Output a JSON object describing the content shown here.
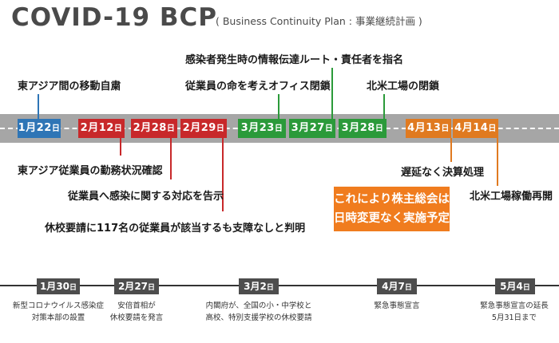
{
  "title": {
    "main": "COVID-19 BCP",
    "sub": "( Business Continuity Plan : 事業継続計画 )"
  },
  "colors": {
    "blue": "#2e75b6",
    "red": "#c8282a",
    "green": "#2b9a3a",
    "orange": "#e07a20",
    "dark": "#4d4d4d"
  },
  "badges": [
    {
      "month": "1月",
      "day": "22",
      "unit": "日",
      "color": "#2e75b6"
    },
    {
      "month": "2月",
      "day": "12",
      "unit": "日",
      "color": "#c8282a"
    },
    {
      "month": "2月",
      "day": "28",
      "unit": "日",
      "color": "#c8282a"
    },
    {
      "month": "2月",
      "day": "29",
      "unit": "日",
      "color": "#c8282a"
    },
    {
      "month": "3月",
      "day": "23",
      "unit": "日",
      "color": "#2b9a3a"
    },
    {
      "month": "3月",
      "day": "27",
      "unit": "日",
      "color": "#2b9a3a"
    },
    {
      "month": "3月",
      "day": "28",
      "unit": "日",
      "color": "#2b9a3a"
    },
    {
      "month": "4月",
      "day": "13",
      "unit": "日",
      "color": "#e07a20"
    },
    {
      "month": "4月",
      "day": "14",
      "unit": "日",
      "color": "#e07a20"
    }
  ],
  "events": {
    "jan22": "東アジア間の移動自粛",
    "feb12": "東アジア従業員の勤務状況確認",
    "feb28": "従業員へ感染に関する対応を告示",
    "feb29": "休校要請に117名の従業員が該当するも支障なしと判明",
    "mar23": "従業員の命を考えオフィス閉鎖",
    "mar27": "感染者発生時の情報伝達ルート・責任者を指名",
    "mar28": "北米工場の閉鎖",
    "apr13": "遅延なく決算処理",
    "apr14": "北米工場稼働再開"
  },
  "callout": {
    "line1": "これにより株主総会は",
    "line2": "日時変更なく実施予定"
  },
  "bottom_badges": [
    {
      "month": "1月",
      "day": "30",
      "unit": "日",
      "note1": "新型コロナウイルス感染症",
      "note2": "対策本部の設置"
    },
    {
      "month": "2月",
      "day": "27",
      "unit": "日",
      "note1": "安倍首相が",
      "note2": "休校要請を発言"
    },
    {
      "month": "3月",
      "day": "2",
      "unit": "日",
      "note1": "内閣府が、全国の小・中学校と",
      "note2": "高校、特別支援学校の休校要請"
    },
    {
      "month": "4月",
      "day": "7",
      "unit": "日",
      "note1": "緊急事態宣言",
      "note2": ""
    },
    {
      "month": "5月",
      "day": "4",
      "unit": "日",
      "note1": "緊急事態宣言の延長",
      "note2": "5月31日まで"
    }
  ]
}
